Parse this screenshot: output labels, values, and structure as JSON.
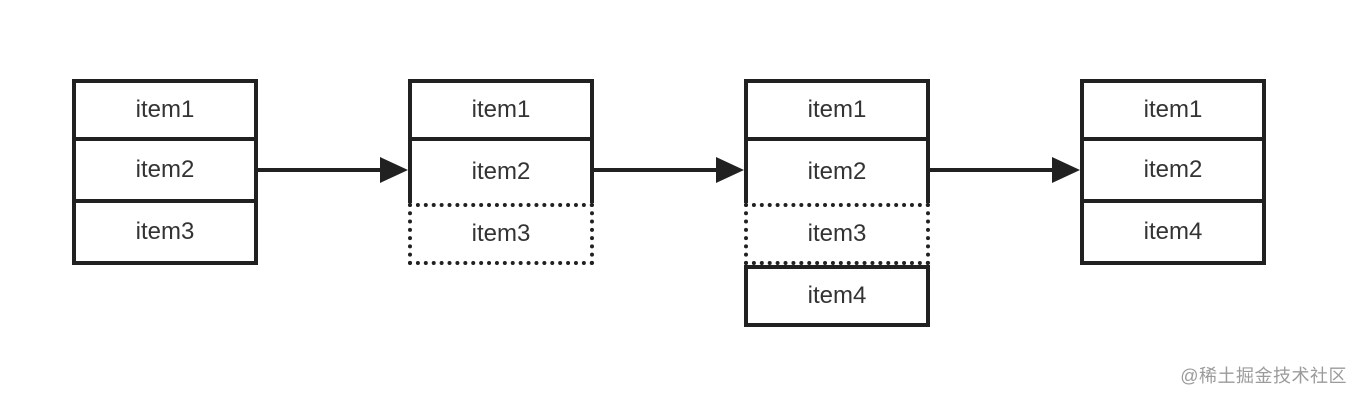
{
  "diagram": {
    "description": "list-mutation-states",
    "stacks": [
      {
        "name": "list-state-1",
        "items": [
          {
            "label": "item1",
            "border": "solid"
          },
          {
            "label": "item2",
            "border": "solid"
          },
          {
            "label": "item3",
            "border": "solid"
          }
        ]
      },
      {
        "name": "list-state-2",
        "items": [
          {
            "label": "item1",
            "border": "solid"
          },
          {
            "label": "item2",
            "border": "solid"
          },
          {
            "label": "item3",
            "border": "dotted"
          }
        ]
      },
      {
        "name": "list-state-3",
        "items": [
          {
            "label": "item1",
            "border": "solid"
          },
          {
            "label": "item2",
            "border": "solid"
          },
          {
            "label": "item3",
            "border": "dotted"
          },
          {
            "label": "item4",
            "border": "solid"
          }
        ]
      },
      {
        "name": "list-state-4",
        "items": [
          {
            "label": "item1",
            "border": "solid"
          },
          {
            "label": "item2",
            "border": "solid"
          },
          {
            "label": "item4",
            "border": "solid"
          }
        ]
      }
    ],
    "connector": "arrow-right"
  },
  "colors": {
    "line": "#212121",
    "text": "#333333",
    "watermark": "#9b9b9b",
    "background": "#ffffff"
  },
  "watermark": "@稀土掘金技术社区"
}
